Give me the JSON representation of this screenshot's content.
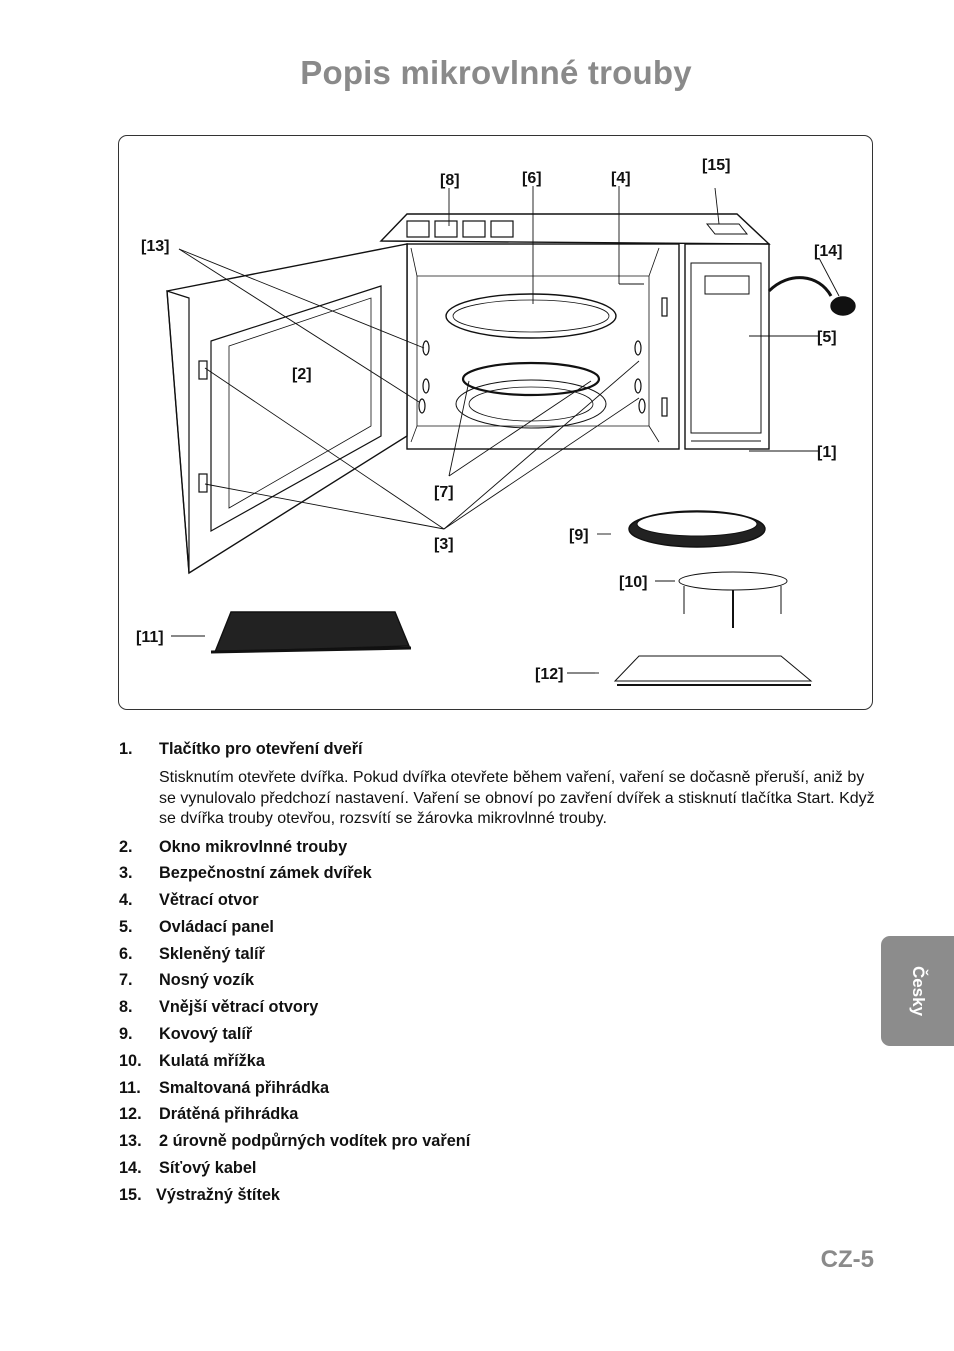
{
  "page": {
    "title": "Popis mikrovlnné trouby",
    "language_tab": "Česky",
    "page_number": "CZ-5"
  },
  "figure": {
    "labels": {
      "l1": "[1]",
      "l2": "[2]",
      "l3": "[3]",
      "l4": "[4]",
      "l5": "[5]",
      "l6": "[6]",
      "l7": "[7]",
      "l8": "[8]",
      "l9": "[9]",
      "l10": "[10]",
      "l11": "[11]",
      "l12": "[12]",
      "l13": "[13]",
      "l14": "[14]",
      "l15": "[15]"
    }
  },
  "parts": [
    {
      "num": "1.",
      "name": "Tlačítko pro otevření dveří",
      "desc": "Stisknutím otevřete dvířka. Pokud dvířka otevřete během vaření, vaření se dočasně přeruší, aniž by se vynulovalo předchozí nastavení. Vaření se obnoví po zavření dvířek a stisknutí tlačítka Start. Když se dvířka trouby otevřou, rozsvítí se žárovka mikrovlnné trouby."
    },
    {
      "num": "2.",
      "name": "Okno mikrovlnné trouby"
    },
    {
      "num": "3.",
      "name": "Bezpečnostní zámek dvířek"
    },
    {
      "num": "4.",
      "name": "Větrací otvor"
    },
    {
      "num": "5.",
      "name": "Ovládací panel"
    },
    {
      "num": "6.",
      "name": "Skleněný talíř"
    },
    {
      "num": "7.",
      "name": "Nosný vozík"
    },
    {
      "num": "8.",
      "name": "Vnější větrací otvory"
    },
    {
      "num": "9.",
      "name": "Kovový talíř"
    },
    {
      "num": "10.",
      "name": "Kulatá mřížka"
    },
    {
      "num": "11.",
      "name": "Smaltovaná přihrádka"
    },
    {
      "num": "12.",
      "name": "Drátěná přihrádka"
    },
    {
      "num": "13.",
      "name": "2 úrovně podpůrných vodítek pro vaření"
    },
    {
      "num": "14.",
      "name": "Síťový kabel"
    },
    {
      "num": "15.",
      "name": "Výstražný štítek"
    }
  ]
}
